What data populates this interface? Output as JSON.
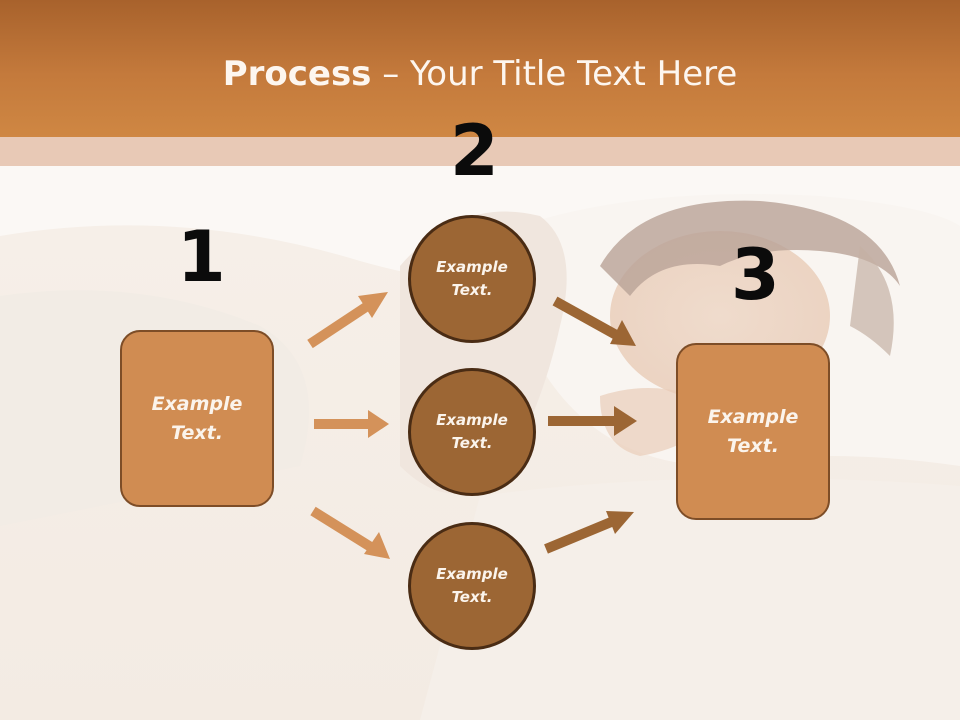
{
  "title": {
    "bold": "Process",
    "rest": " – Your Title Text Here"
  },
  "steps": {
    "num1": "1",
    "num2": "2",
    "num3": "3",
    "box1": {
      "line1": "Example",
      "line2": "Text."
    },
    "circle_top": {
      "line1": "Example",
      "line2": "Text."
    },
    "circle_mid": {
      "line1": "Example",
      "line2": "Text."
    },
    "circle_bot": {
      "line1": "Example",
      "line2": "Text."
    },
    "box3": {
      "line1": "Example",
      "line2": "Text."
    }
  },
  "colors": {
    "header": "#c47a3c",
    "band": "#e8c9b6",
    "box_fill": "#d08c52",
    "circle_fill": "#9c6634",
    "arrow_light": "#d4925a",
    "arrow_dark": "#9c6634"
  }
}
